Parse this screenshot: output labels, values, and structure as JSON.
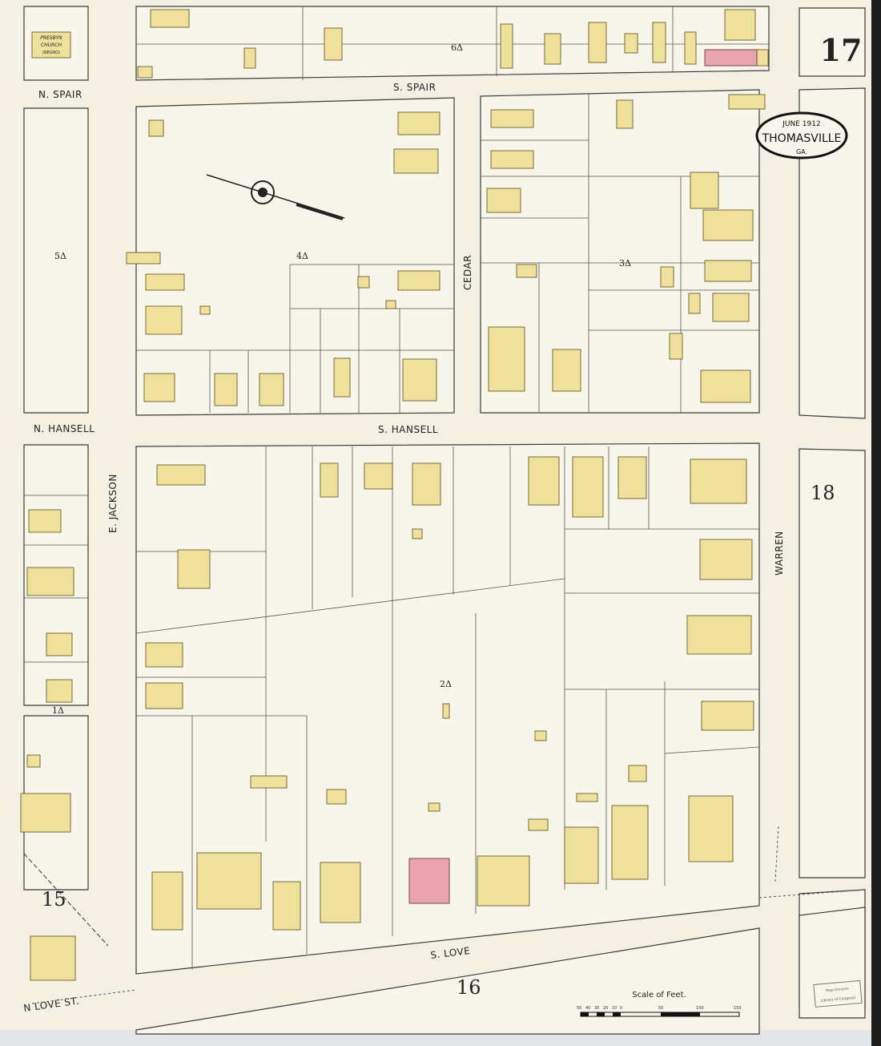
{
  "sheet_number": "17",
  "title_cartouche": {
    "date": "JUNE 1912",
    "city": "THOMASVILLE",
    "state": "GA."
  },
  "streets": {
    "n_spair": "N. SPAIR",
    "s_spair": "S. SPAIR",
    "n_hansell": "N. HANSELL",
    "s_hansell": "S. HANSELL",
    "e_jackson": "E. JACKSON",
    "cedar": "CEDAR",
    "warren": "WARREN",
    "s_love": "S. LOVE",
    "n_love": "N LOVE ST."
  },
  "blocks": [
    "6Δ",
    "5Δ",
    "4Δ",
    "3Δ",
    "2Δ",
    "1Δ"
  ],
  "adjacent_sheets": [
    "18",
    "15",
    "16"
  ],
  "church_label": [
    "PRESBYN",
    "CHURCH",
    "(NEGRO)"
  ],
  "scale": {
    "title": "Scale of Feet.",
    "ticks": [
      "50",
      "40",
      "30",
      "20",
      "10",
      "0",
      "50",
      "100",
      "150"
    ]
  },
  "stamp": [
    "Map Division",
    "Library of Congress"
  ],
  "colors": {
    "frame": "#f8f6ea",
    "frame_building": "#efe19b",
    "brick_building": "#e8a5b0"
  }
}
